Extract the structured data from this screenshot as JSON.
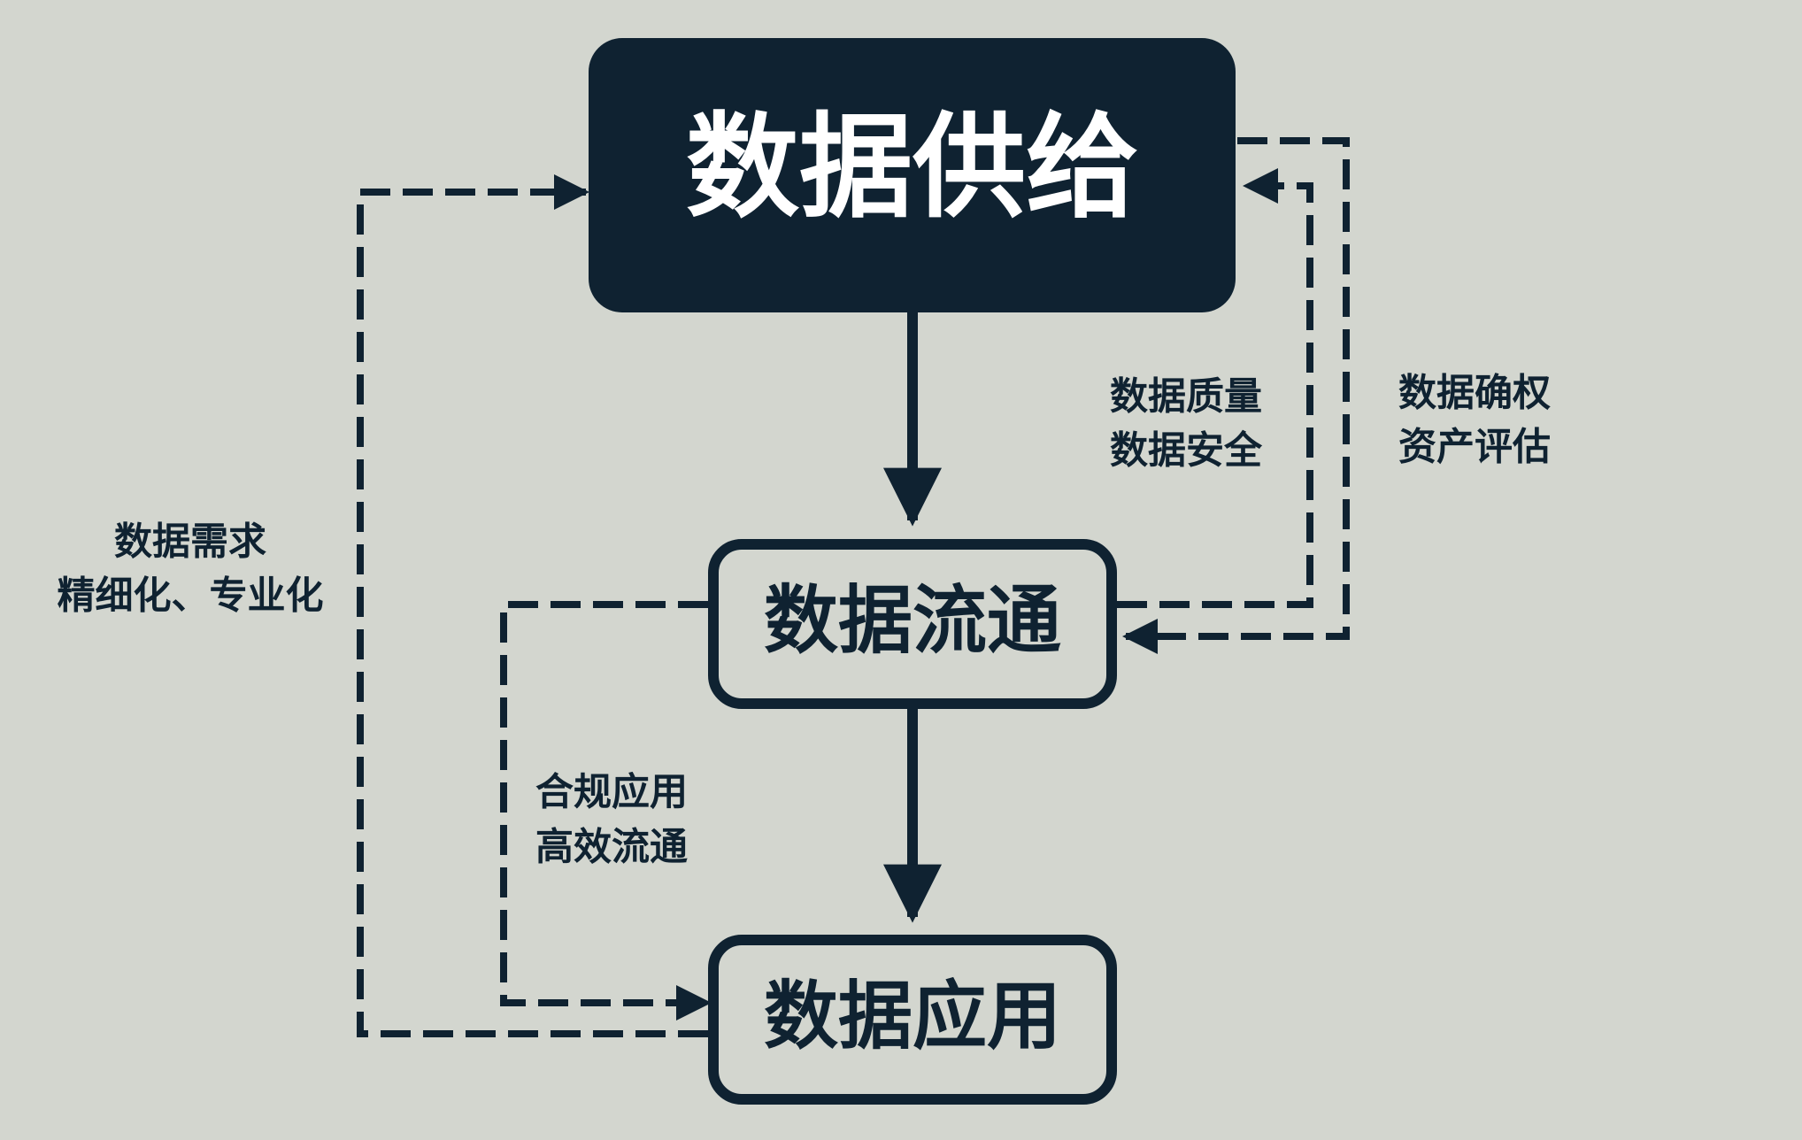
{
  "colors": {
    "background": "#d3d6cf",
    "primary": "#0f2231",
    "on_primary": "#ffffff"
  },
  "nodes": {
    "supply": "数据供给",
    "circulation": "数据流通",
    "application": "数据应用"
  },
  "labels": {
    "quality_line1": "数据质量",
    "quality_line2": "数据安全",
    "rights_line1": "数据确权",
    "rights_line2": "资产评估",
    "demand_line1": "数据需求",
    "demand_line2": "精细化、专业化",
    "compliance_line1": "合规应用",
    "compliance_line2": "高效流通"
  }
}
